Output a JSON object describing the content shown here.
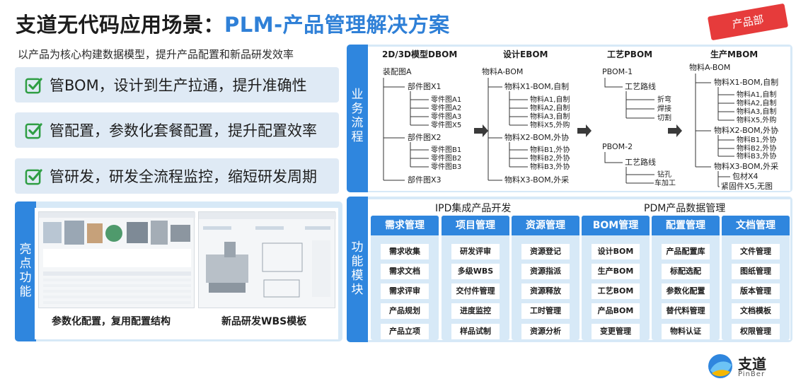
{
  "header": {
    "title_main": "支道无代码应用场景：",
    "title_sub": "PLM-产品管理解决方案",
    "dept_tag": "产品部"
  },
  "left": {
    "subtitle": "以产品为核心构建数据模型，提升产品配置和新品研发效率",
    "features": [
      "管BOM，设计到生产拉通，提升准确性",
      "管配置，参数化套餐配置，提升配置效率",
      "管研发，研发全流程监控，缩短研发周期"
    ],
    "highlight": {
      "label": "亮点功能",
      "captions": [
        "参数化配置，复用配置结构",
        "新品研发WBS模板"
      ]
    }
  },
  "business_process": {
    "label": "业务流程",
    "columns": [
      {
        "heading": "2D/3D模型DBOM",
        "root": "装配图A",
        "groups": [
          {
            "name": "部件图X1",
            "items": [
              "零件图A1",
              "零件图A2",
              "零件图A3",
              "零件图X5"
            ]
          },
          {
            "name": "部件图X2",
            "items": [
              "零件图B1",
              "零件图B2",
              "零件图B3"
            ]
          },
          {
            "name": "部件图X3",
            "items": []
          }
        ]
      },
      {
        "heading": "设计EBOM",
        "root": "物料A-BOM",
        "groups": [
          {
            "name": "物料X1-BOM,自制",
            "items": [
              "物料A1,自制",
              "物料A2,自制",
              "物料A3,自制",
              "物料X5,外购"
            ]
          },
          {
            "name": "物料X2-BOM,外协",
            "items": [
              "物料B1,外协",
              "物料B2,外协",
              "物料B3,外协"
            ]
          },
          {
            "name": "物料X3-BOM,外采",
            "items": []
          }
        ]
      },
      {
        "heading": "工艺PBOM",
        "blocks": [
          {
            "root": "PBOM-1",
            "route": "工艺路线",
            "steps": [
              "折弯",
              "焊接",
              "切割"
            ]
          },
          {
            "root": "PBOM-2",
            "route": "工艺路线",
            "steps": [
              "钻孔",
              "车加工"
            ]
          }
        ]
      },
      {
        "heading": "生产MBOM",
        "root": "物料A-BOM",
        "groups": [
          {
            "name": "物料X1-BOM,自制",
            "items": [
              "物料A1,自制",
              "物料A2,自制",
              "物料A3,自制",
              "物料X5,外购"
            ]
          },
          {
            "name": "物料X2-BOM,外协",
            "items": [
              "物料B1,外协",
              "物料B2,外协",
              "物料B3,外协"
            ]
          },
          {
            "name": "物料X3-BOM,外采",
            "items": [
              "包材X4",
              "紧固件X5,无图"
            ]
          }
        ]
      }
    ]
  },
  "function_modules": {
    "label": "功能模块",
    "group_heads": [
      "IPD集成产品开发",
      "PDM产品数据管理"
    ],
    "modules": [
      {
        "name": "需求管理",
        "items": [
          "需求收集",
          "需求文档",
          "需求评审",
          "产品规划",
          "产品立项"
        ]
      },
      {
        "name": "项目管理",
        "items": [
          "研发评审",
          "多级WBS",
          "交付件管理",
          "进度监控",
          "样品试制"
        ]
      },
      {
        "name": "资源管理",
        "items": [
          "资源登记",
          "资源指派",
          "资源释放",
          "工时管理",
          "资源分析"
        ]
      },
      {
        "name": "BOM管理",
        "items": [
          "设计BOM",
          "生产BOM",
          "工艺BOM",
          "产品BOM",
          "变更管理"
        ]
      },
      {
        "name": "配置管理",
        "items": [
          "产品配置库",
          "标配选配",
          "参数化配置",
          "替代料管理",
          "物料认证"
        ]
      },
      {
        "name": "文档管理",
        "items": [
          "文件管理",
          "图纸管理",
          "版本管理",
          "文档模板",
          "权限管理"
        ]
      }
    ]
  },
  "brand": {
    "name": "支道",
    "name_en": "PinBer"
  }
}
